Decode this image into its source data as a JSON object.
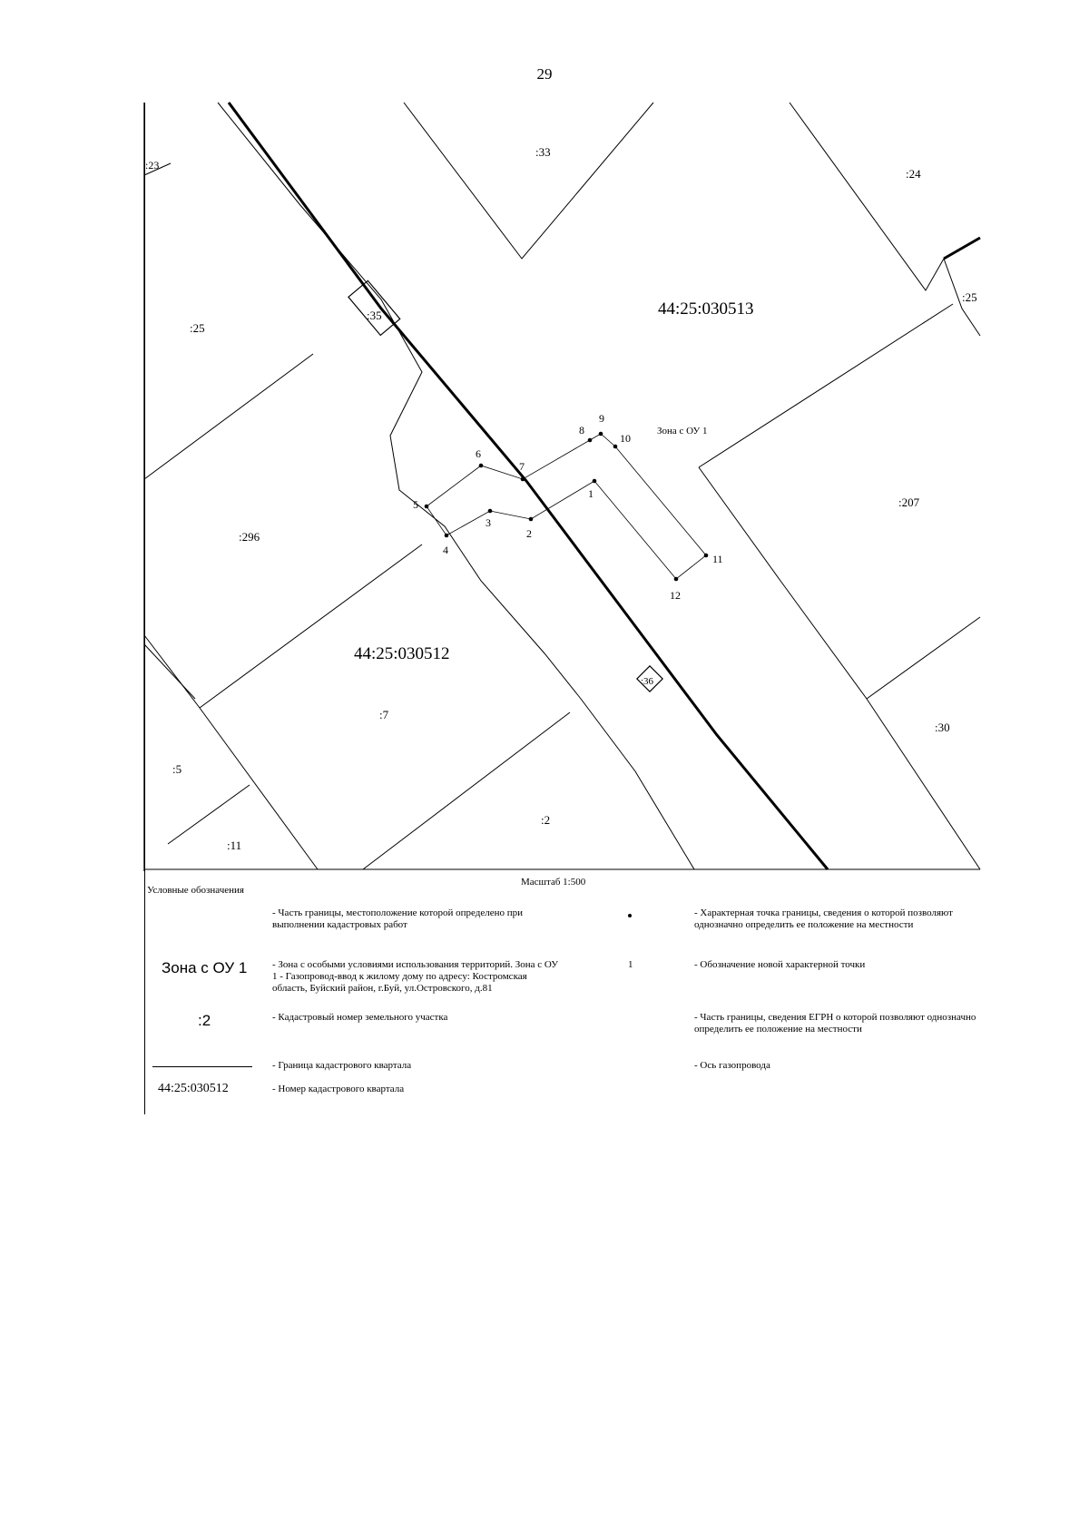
{
  "page_number": "29",
  "map": {
    "quarter_labels": [
      "44:25:030513",
      "44:25:030512"
    ],
    "parcel_labels": [
      ":23",
      ":33",
      ":24",
      ":25",
      ":35",
      ":25",
      ":296",
      ":207",
      ":36",
      ":7",
      ":30",
      ":5",
      ":2",
      ":11"
    ],
    "zone_label": "Зона с ОУ 1",
    "point_labels": [
      "1",
      "2",
      "3",
      "4",
      "5",
      "6",
      "7",
      "8",
      "9",
      "10",
      "11",
      "12"
    ],
    "scale": "Масштаб 1:500"
  },
  "legend": {
    "title": "Условные обозначения",
    "items": {
      "boundary_determined": "- Часть границы, местоположение которой определено при выполнении кадастровых работ",
      "char_point": "- Характерная точка границы, сведения о которой позволяют однозначно определить ее положение на местности",
      "zone_symbol": "Зона с ОУ 1",
      "zone_desc": "- Зона с особыми условиями использования территорий. Зона с ОУ 1 - Газопровод-ввод к жилому дому по адресу: Костромская область, Буйский район, г.Буй, ул.Островского, д.81",
      "new_point_symbol": "1",
      "new_point_desc": "- Обозначение новой характерной точки",
      "parcel_symbol": ":2",
      "parcel_desc": "- Кадастровый номер земельного участка",
      "egrn_boundary": "- Часть границы, сведения ЕГРН о которой позволяют однозначно определить ее положение на местности",
      "quarter_boundary_desc": "- Граница кадастрового квартала",
      "axis_desc": "- Ось газопровода",
      "quarter_symbol": "44:25:030512",
      "quarter_number_desc": "- Номер кадастрового квартала"
    }
  }
}
